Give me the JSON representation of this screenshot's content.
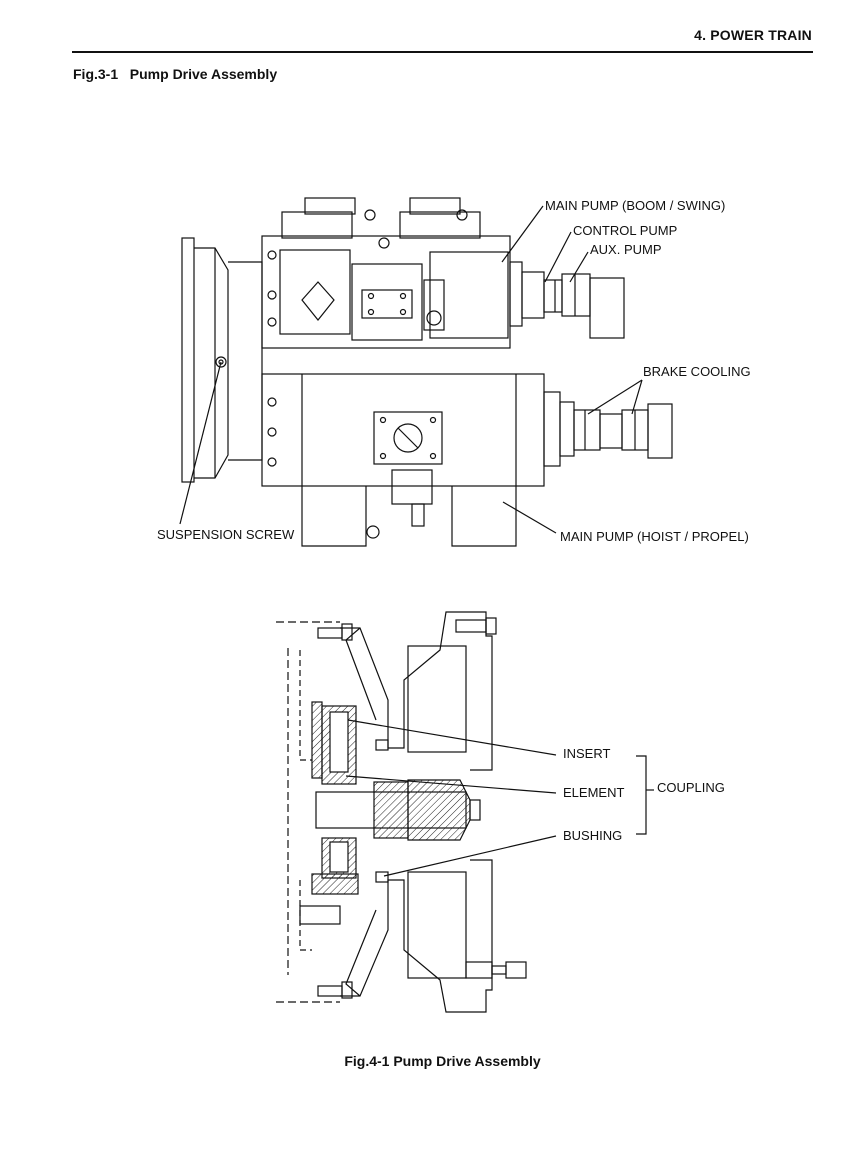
{
  "header": {
    "section_title": "4. POWER TRAIN"
  },
  "figure1": {
    "caption": "Fig.3-1   Pump Drive Assembly",
    "labels": {
      "main_pump_boom_swing": "MAIN PUMP (BOOM / SWING)",
      "control_pump": "CONTROL PUMP",
      "aux_pump": "AUX. PUMP",
      "brake_cooling": "BRAKE COOLING",
      "suspension_screw": "SUSPENSION SCREW",
      "main_pump_hoist_propel": "MAIN PUMP (HOIST / PROPEL)"
    }
  },
  "figure2": {
    "caption": "Fig.4-1 Pump Drive Assembly",
    "labels": {
      "insert": "INSERT",
      "element": "ELEMENT",
      "bushing": "BUSHING",
      "coupling": "COUPLING"
    }
  }
}
